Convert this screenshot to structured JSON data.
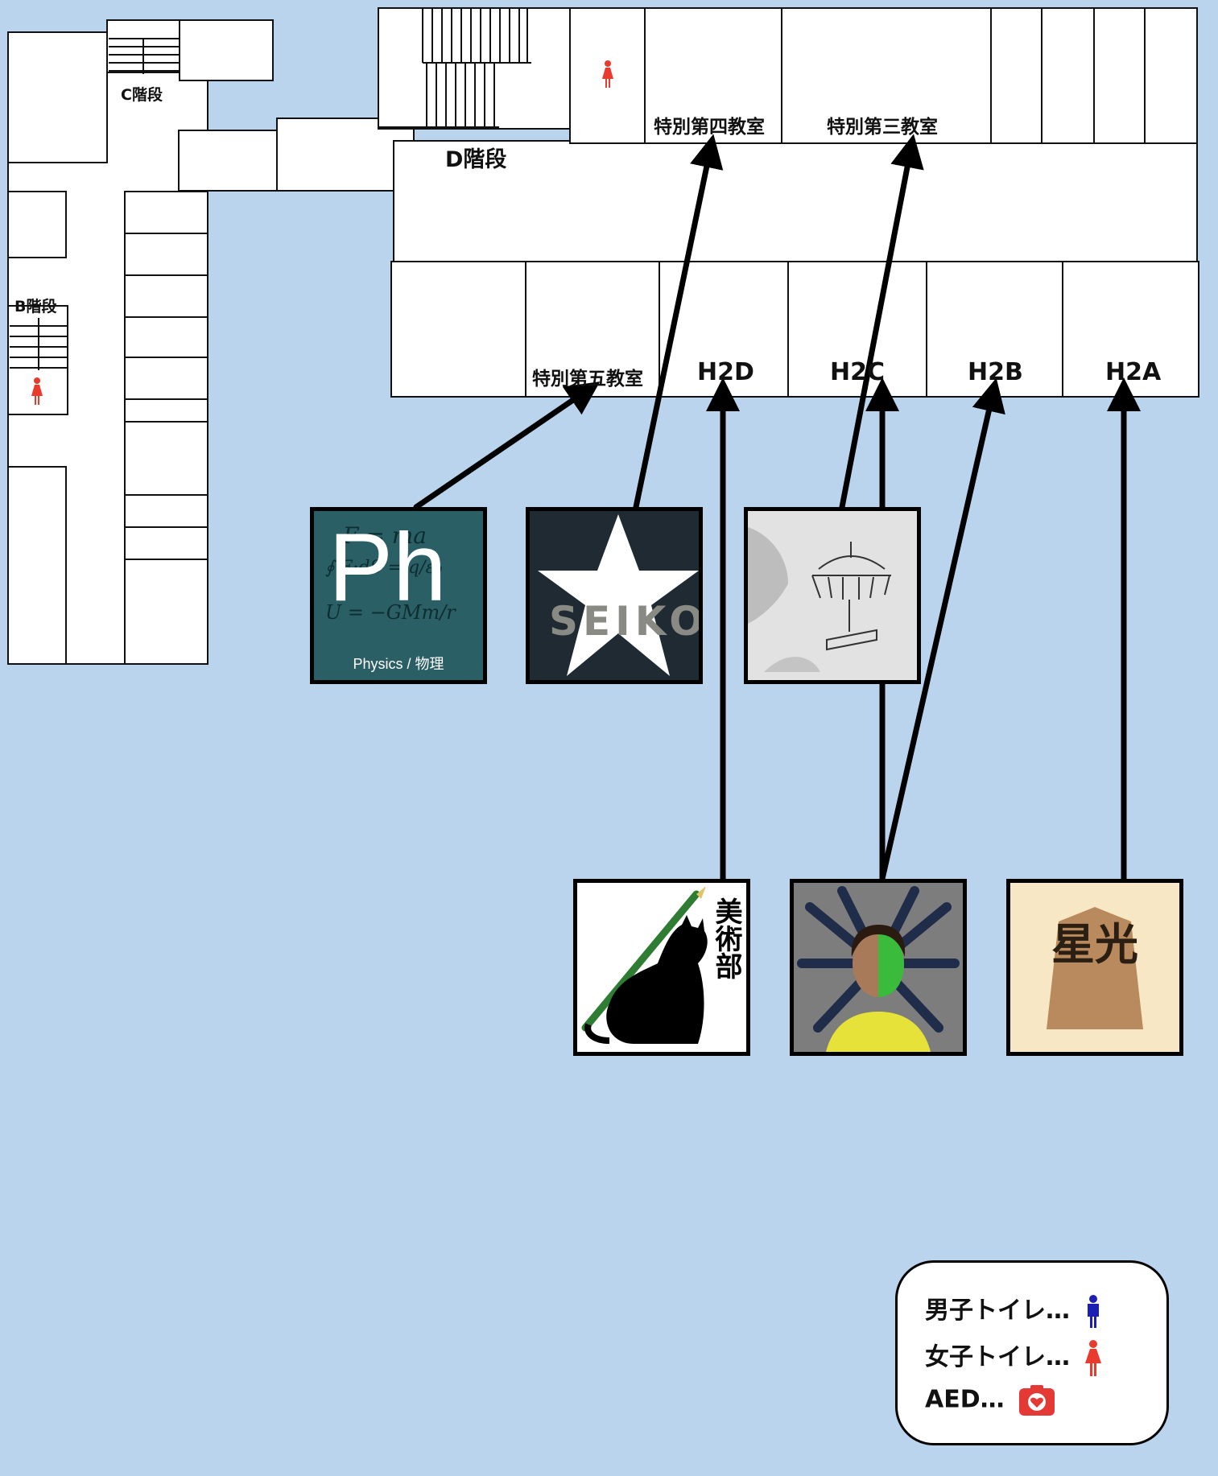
{
  "map": {
    "stairs": {
      "b": "B階段",
      "c": "C階段",
      "d": "D階段"
    },
    "rooms": {
      "special_4": "特別第四教室",
      "special_3": "特別第三教室",
      "special_5": "特別第五教室",
      "h2d": "H2D",
      "h2c": "H2C",
      "h2b": "H2B",
      "h2a": "H2A"
    }
  },
  "clubs": {
    "physics": {
      "title": "Ph",
      "subtitle": "Physics / 物理",
      "formula_1": "F = ma",
      "formula_2": "∮ E·dS = q/ε₀",
      "formula_3": "U = −GMm/r",
      "bg": "#2b5f66"
    },
    "seiko": {
      "title": "SEIKO",
      "bg": "#1f2a33"
    },
    "carousel": {
      "label": "carousel sketch"
    },
    "art": {
      "title": "美術部"
    },
    "portrait": {
      "label": "portrait artwork"
    },
    "shogi": {
      "title": "星光",
      "bg": "#f8e7c4",
      "piece_color": "#b88a5e"
    }
  },
  "legend": {
    "male": "男子トイレ…",
    "female": "女子トイレ…",
    "aed": "AED…",
    "male_color": "#1d1fb4",
    "female_color": "#e83b2e",
    "aed_color": "#e53935"
  }
}
